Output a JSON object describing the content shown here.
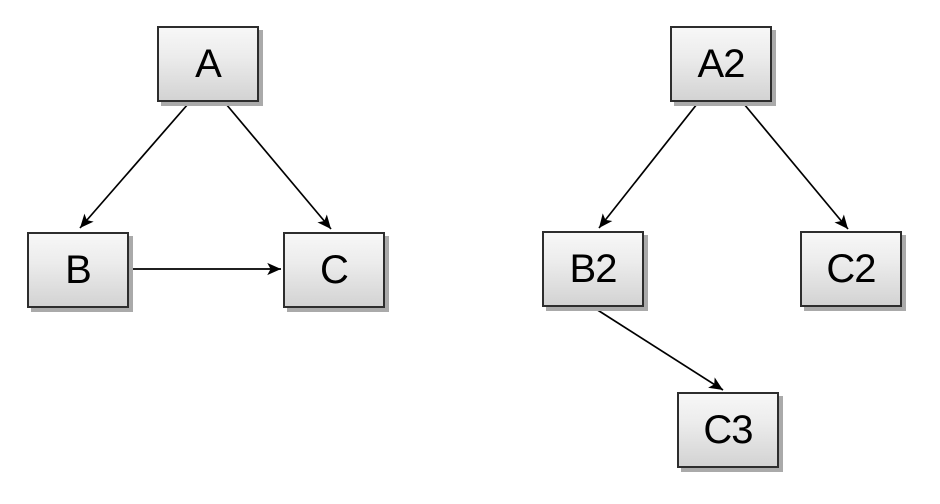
{
  "diagram": {
    "background_color": "#ffffff",
    "node_style": {
      "fill_top_color": "#f7f7f7",
      "fill_bottom_color": "#d3d3d3",
      "border_color": "#2d2d2d",
      "shadow_color": "#aaaaaa",
      "text_color": "#000000"
    },
    "edge_color": "#000000",
    "graphs": [
      {
        "name": "left-graph",
        "nodes": {
          "A": {
            "label": "A"
          },
          "B": {
            "label": "B"
          },
          "C": {
            "label": "C"
          }
        },
        "edges": [
          {
            "from": "A",
            "to": "B"
          },
          {
            "from": "A",
            "to": "C"
          },
          {
            "from": "B",
            "to": "C"
          }
        ]
      },
      {
        "name": "right-graph",
        "nodes": {
          "A2": {
            "label": "A2"
          },
          "B2": {
            "label": "B2"
          },
          "C2": {
            "label": "C2"
          },
          "C3": {
            "label": "C3"
          }
        },
        "edges": [
          {
            "from": "A2",
            "to": "B2"
          },
          {
            "from": "A2",
            "to": "C2"
          },
          {
            "from": "B2",
            "to": "C3"
          }
        ]
      }
    ]
  }
}
